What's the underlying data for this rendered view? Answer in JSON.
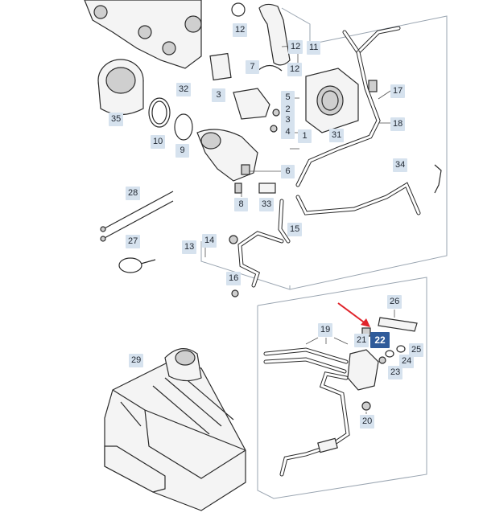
{
  "diagram": {
    "callouts": [
      {
        "id": "c12a",
        "label": "12",
        "highlight": false
      },
      {
        "id": "c12b",
        "label": "12",
        "highlight": false
      },
      {
        "id": "c11",
        "label": "11",
        "highlight": false
      },
      {
        "id": "c7",
        "label": "7",
        "highlight": false
      },
      {
        "id": "c12c",
        "label": "12",
        "highlight": false
      },
      {
        "id": "c32",
        "label": "32",
        "highlight": false
      },
      {
        "id": "c3a",
        "label": "3",
        "highlight": false
      },
      {
        "id": "c5",
        "label": "5",
        "highlight": false
      },
      {
        "id": "c2",
        "label": "2",
        "highlight": false
      },
      {
        "id": "c3b",
        "label": "3",
        "highlight": false
      },
      {
        "id": "c4",
        "label": "4",
        "highlight": false
      },
      {
        "id": "c1",
        "label": "1",
        "highlight": false
      },
      {
        "id": "c17",
        "label": "17",
        "highlight": false
      },
      {
        "id": "c18",
        "label": "18",
        "highlight": false
      },
      {
        "id": "c31",
        "label": "31",
        "highlight": false
      },
      {
        "id": "c35",
        "label": "35",
        "highlight": false
      },
      {
        "id": "c10",
        "label": "10",
        "highlight": false
      },
      {
        "id": "c9",
        "label": "9",
        "highlight": false
      },
      {
        "id": "c6",
        "label": "6",
        "highlight": false
      },
      {
        "id": "c34",
        "label": "34",
        "highlight": false
      },
      {
        "id": "c28",
        "label": "28",
        "highlight": false
      },
      {
        "id": "c8",
        "label": "8",
        "highlight": false
      },
      {
        "id": "c33",
        "label": "33",
        "highlight": false
      },
      {
        "id": "c15",
        "label": "15",
        "highlight": false
      },
      {
        "id": "c27",
        "label": "27",
        "highlight": false
      },
      {
        "id": "c14",
        "label": "14",
        "highlight": false
      },
      {
        "id": "c13",
        "label": "13",
        "highlight": false
      },
      {
        "id": "c16",
        "label": "16",
        "highlight": false
      },
      {
        "id": "c26",
        "label": "26",
        "highlight": false
      },
      {
        "id": "c19",
        "label": "19",
        "highlight": false
      },
      {
        "id": "c22",
        "label": "22",
        "highlight": true
      },
      {
        "id": "c21",
        "label": "21",
        "highlight": false
      },
      {
        "id": "c25",
        "label": "25",
        "highlight": false
      },
      {
        "id": "c24",
        "label": "24",
        "highlight": false
      },
      {
        "id": "c23",
        "label": "23",
        "highlight": false
      },
      {
        "id": "c29",
        "label": "29",
        "highlight": false
      },
      {
        "id": "c20",
        "label": "20",
        "highlight": false
      }
    ]
  },
  "colors": {
    "callout_bg": "#d6e2ee",
    "highlight_bg": "#2f5b9a",
    "arrow": "#e0242b",
    "frame": "#9aa5b1"
  }
}
